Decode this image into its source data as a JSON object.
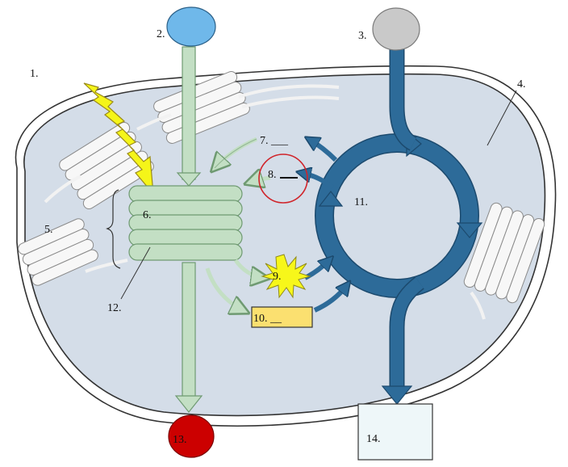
{
  "labels": {
    "l1": "1.",
    "l2": "2.",
    "l3": "3.",
    "l4": "4.",
    "l5": "5.",
    "l6": "6.",
    "l7": "7. ___",
    "l8": "8.",
    "l9": "9.",
    "l10": "10. __",
    "l11": "11.",
    "l12": "12.",
    "l13": "13.",
    "l14": "14."
  },
  "colors": {
    "cell_fill": "#d4dde8",
    "cell_border": "#333333",
    "green_fill": "#c3dfc4",
    "green_stroke": "#6f9a72",
    "blue_cycle": "#2d6b99",
    "blue_cycle_dark": "#1c4a6e",
    "input_blue": "#6fb8ea",
    "input_gray": "#c9c9c9",
    "output_red": "#cc0000",
    "sunburst": "#f7f71a",
    "product_box": "#fbe070",
    "sugar_box": "#eef7f9",
    "marker_circle": "#d0242a",
    "light_bolt": "#f5f519"
  },
  "icons": {
    "light": "lightning-bolt-icon",
    "sunburst": "starburst-icon"
  }
}
